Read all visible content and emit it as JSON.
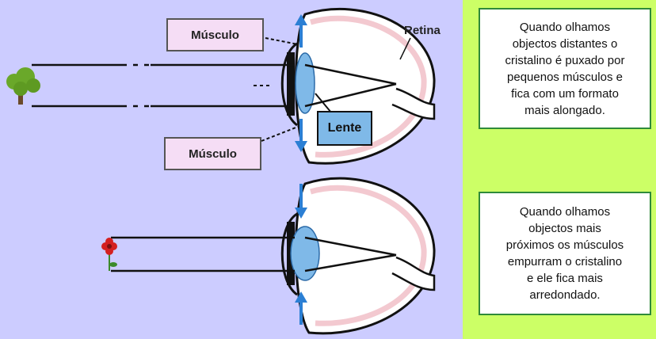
{
  "diagram": {
    "top_muscle_label": "Músculo",
    "bottom_muscle_label": "Músculo",
    "lens_label": "Lente",
    "retina_label": "Retina",
    "colors": {
      "background": "#ccccff",
      "eye_outline": "#111111",
      "eye_fill": "#ffffff",
      "eye_inner_tint": "#f3c9d0",
      "lens": "#7fb9e8",
      "muscle_arrow": "#2b7fd4",
      "tree_foliage": "#6aa82a",
      "flower": "#d42020"
    }
  },
  "notes": {
    "far": "Quando olhamos\nobjectos distantes o\ncristalino é puxado por\npequenos músculos e\nfica com um formato\nmais alongado.",
    "near": "Quando olhamos\nobjectos mais\npróximos os músculos\nempurram o cristalino\ne ele fica mais\narredondado."
  },
  "page": {
    "background": "#ccff66",
    "note_border": "#2f8a3a"
  }
}
